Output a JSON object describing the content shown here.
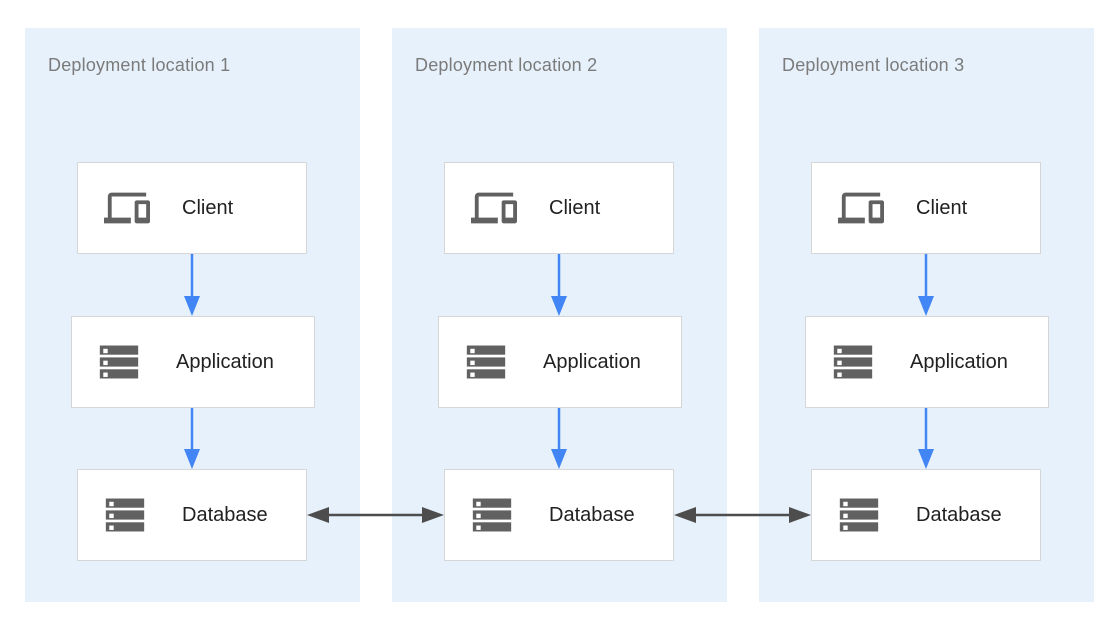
{
  "diagram": {
    "description": "Three deployment locations, each with a Client, Application and Database stack; databases are linked across locations",
    "colors": {
      "canvas_background": "#FFFFFF",
      "panel_background": "#E7F1FB",
      "node_background": "#FFFFFF",
      "node_border": "#D6D6D6",
      "icon_gray": "#616161",
      "flow_arrow_blue": "#4285F4",
      "sync_arrow_dark": "#4D4D4D",
      "panel_title_gray": "#7B7B7B",
      "node_label_dark": "#212121"
    }
  },
  "panels": [
    {
      "title": "Deployment location 1",
      "nodes": [
        {
          "label": "Client",
          "icon": "devices-icon"
        },
        {
          "label": "Application",
          "icon": "server-stack-icon"
        },
        {
          "label": "Database",
          "icon": "server-stack-icon"
        }
      ]
    },
    {
      "title": "Deployment location 2",
      "nodes": [
        {
          "label": "Client",
          "icon": "devices-icon"
        },
        {
          "label": "Application",
          "icon": "server-stack-icon"
        },
        {
          "label": "Database",
          "icon": "server-stack-icon"
        }
      ]
    },
    {
      "title": "Deployment location 3",
      "nodes": [
        {
          "label": "Client",
          "icon": "devices-icon"
        },
        {
          "label": "Application",
          "icon": "server-stack-icon"
        },
        {
          "label": "Database",
          "icon": "server-stack-icon"
        }
      ]
    }
  ],
  "connections": {
    "flow_arrows": [
      {
        "panel": "Deployment location 1",
        "from": "Client",
        "to": "Application",
        "direction": "down"
      },
      {
        "panel": "Deployment location 1",
        "from": "Application",
        "to": "Database",
        "direction": "down"
      },
      {
        "panel": "Deployment location 2",
        "from": "Client",
        "to": "Application",
        "direction": "down"
      },
      {
        "panel": "Deployment location 2",
        "from": "Application",
        "to": "Database",
        "direction": "down"
      },
      {
        "panel": "Deployment location 3",
        "from": "Client",
        "to": "Application",
        "direction": "down"
      },
      {
        "panel": "Deployment location 3",
        "from": "Application",
        "to": "Database",
        "direction": "down"
      }
    ],
    "sync_arrows": [
      {
        "from": "Database (location 1)",
        "to": "Database (location 2)",
        "bidirectional": true
      },
      {
        "from": "Database (location 2)",
        "to": "Database (location 3)",
        "bidirectional": true
      }
    ]
  }
}
